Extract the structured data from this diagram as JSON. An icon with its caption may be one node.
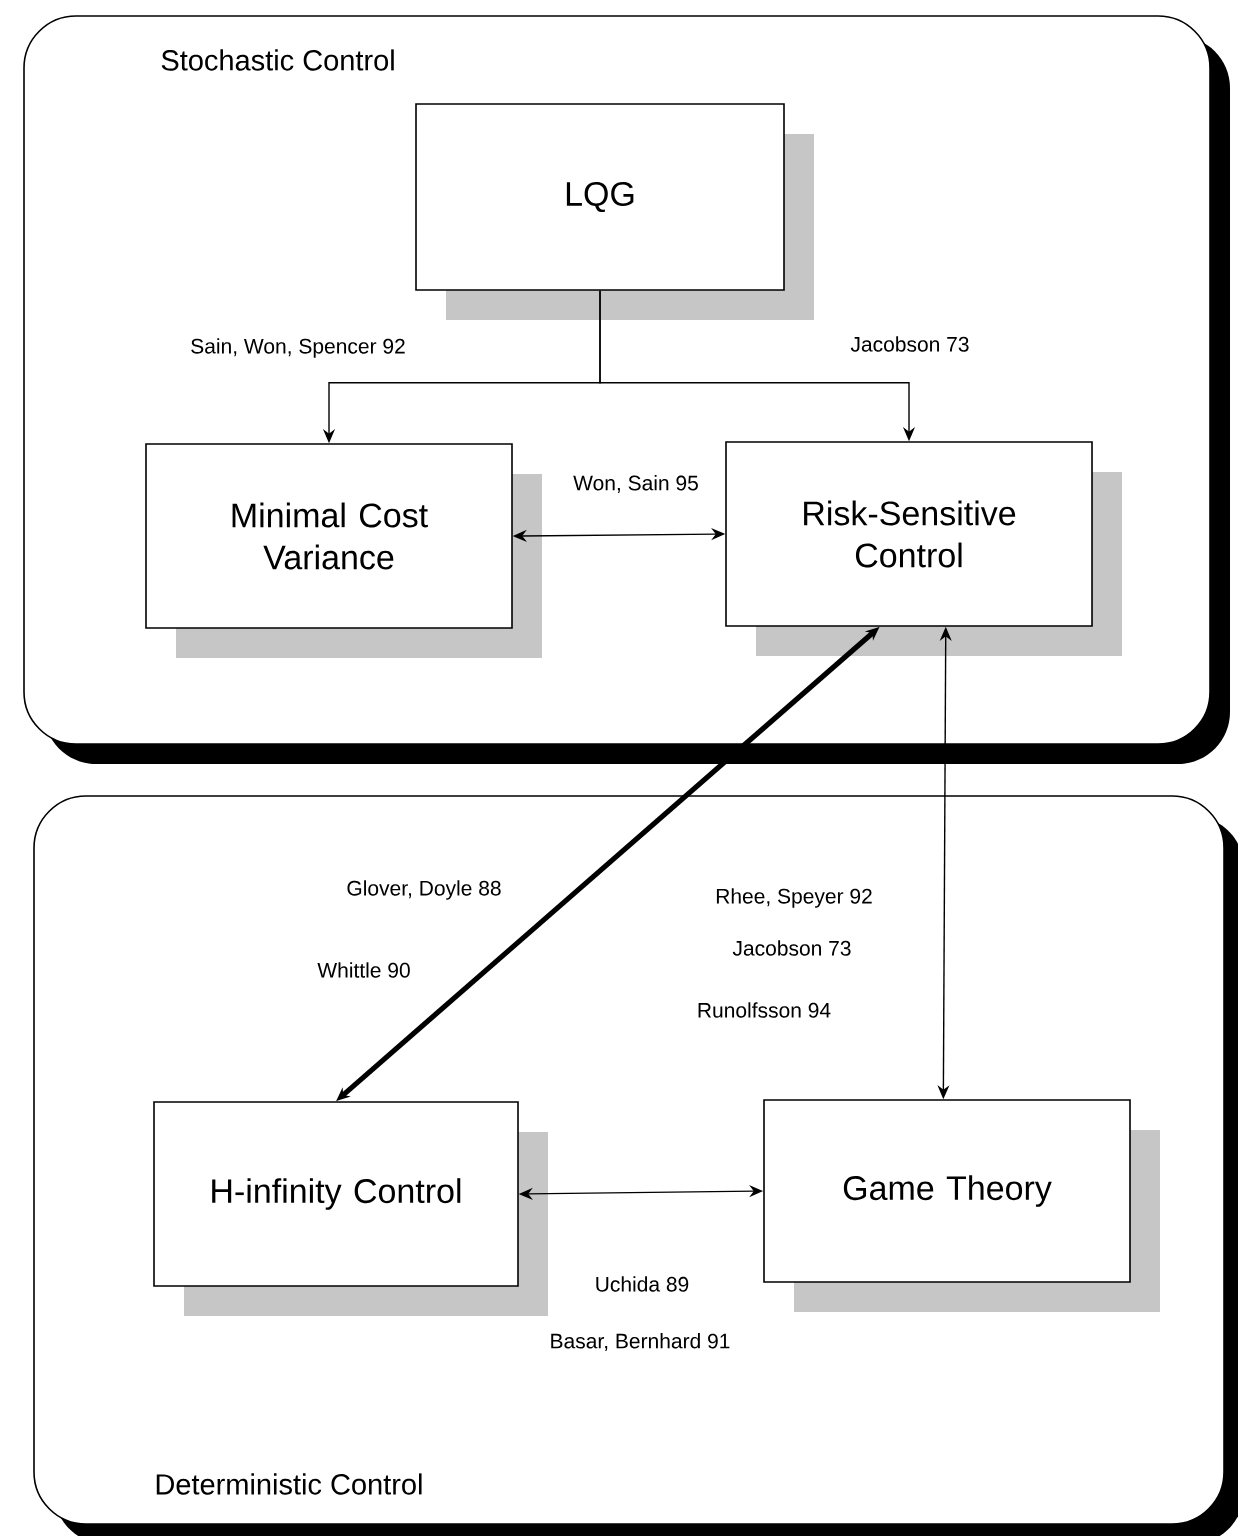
{
  "diagram": {
    "nodes": [
      {
        "text": [
          "Stochastic Control"
        ]
      },
      {
        "text": [
          "LQG"
        ],
        "in": 0
      },
      {
        "text": [
          "Minimal Cost Variance"
        ],
        "in": 0
      },
      {
        "text": [
          "Risk-Sensitive Control"
        ],
        "in": 0
      },
      {
        "text": [
          "Deterministic Control"
        ]
      },
      {
        "text": [
          "H-infinity Control"
        ],
        "in": 4
      },
      {
        "text": [
          "Game Theory"
        ],
        "in": 4
      }
    ],
    "edges": [
      {
        "from": 1,
        "to": 2,
        "arrow": "to",
        "label": "Sain, Won, Spencer 92"
      },
      {
        "from": 1,
        "to": 3,
        "arrow": "to",
        "label": "Jacobson 73"
      },
      {
        "from": 2,
        "to": 3,
        "arrow": "both",
        "label": "Won, Sain 95"
      },
      {
        "from": 3,
        "to": 5,
        "arrow": "both",
        "label": "Glover, Doyle 88",
        "style": "thick"
      },
      {
        "from": 3,
        "to": 6,
        "arrow": "both",
        "label": "Rhee, Speyer 92"
      },
      {
        "from": 5,
        "to": 6,
        "arrow": "both",
        "label": "Uchida 89"
      }
    ],
    "labels": [
      "Whittle 90",
      "Jacobson 73",
      "Runolfsson 94",
      "Basar, Bernhard 91"
    ]
  }
}
